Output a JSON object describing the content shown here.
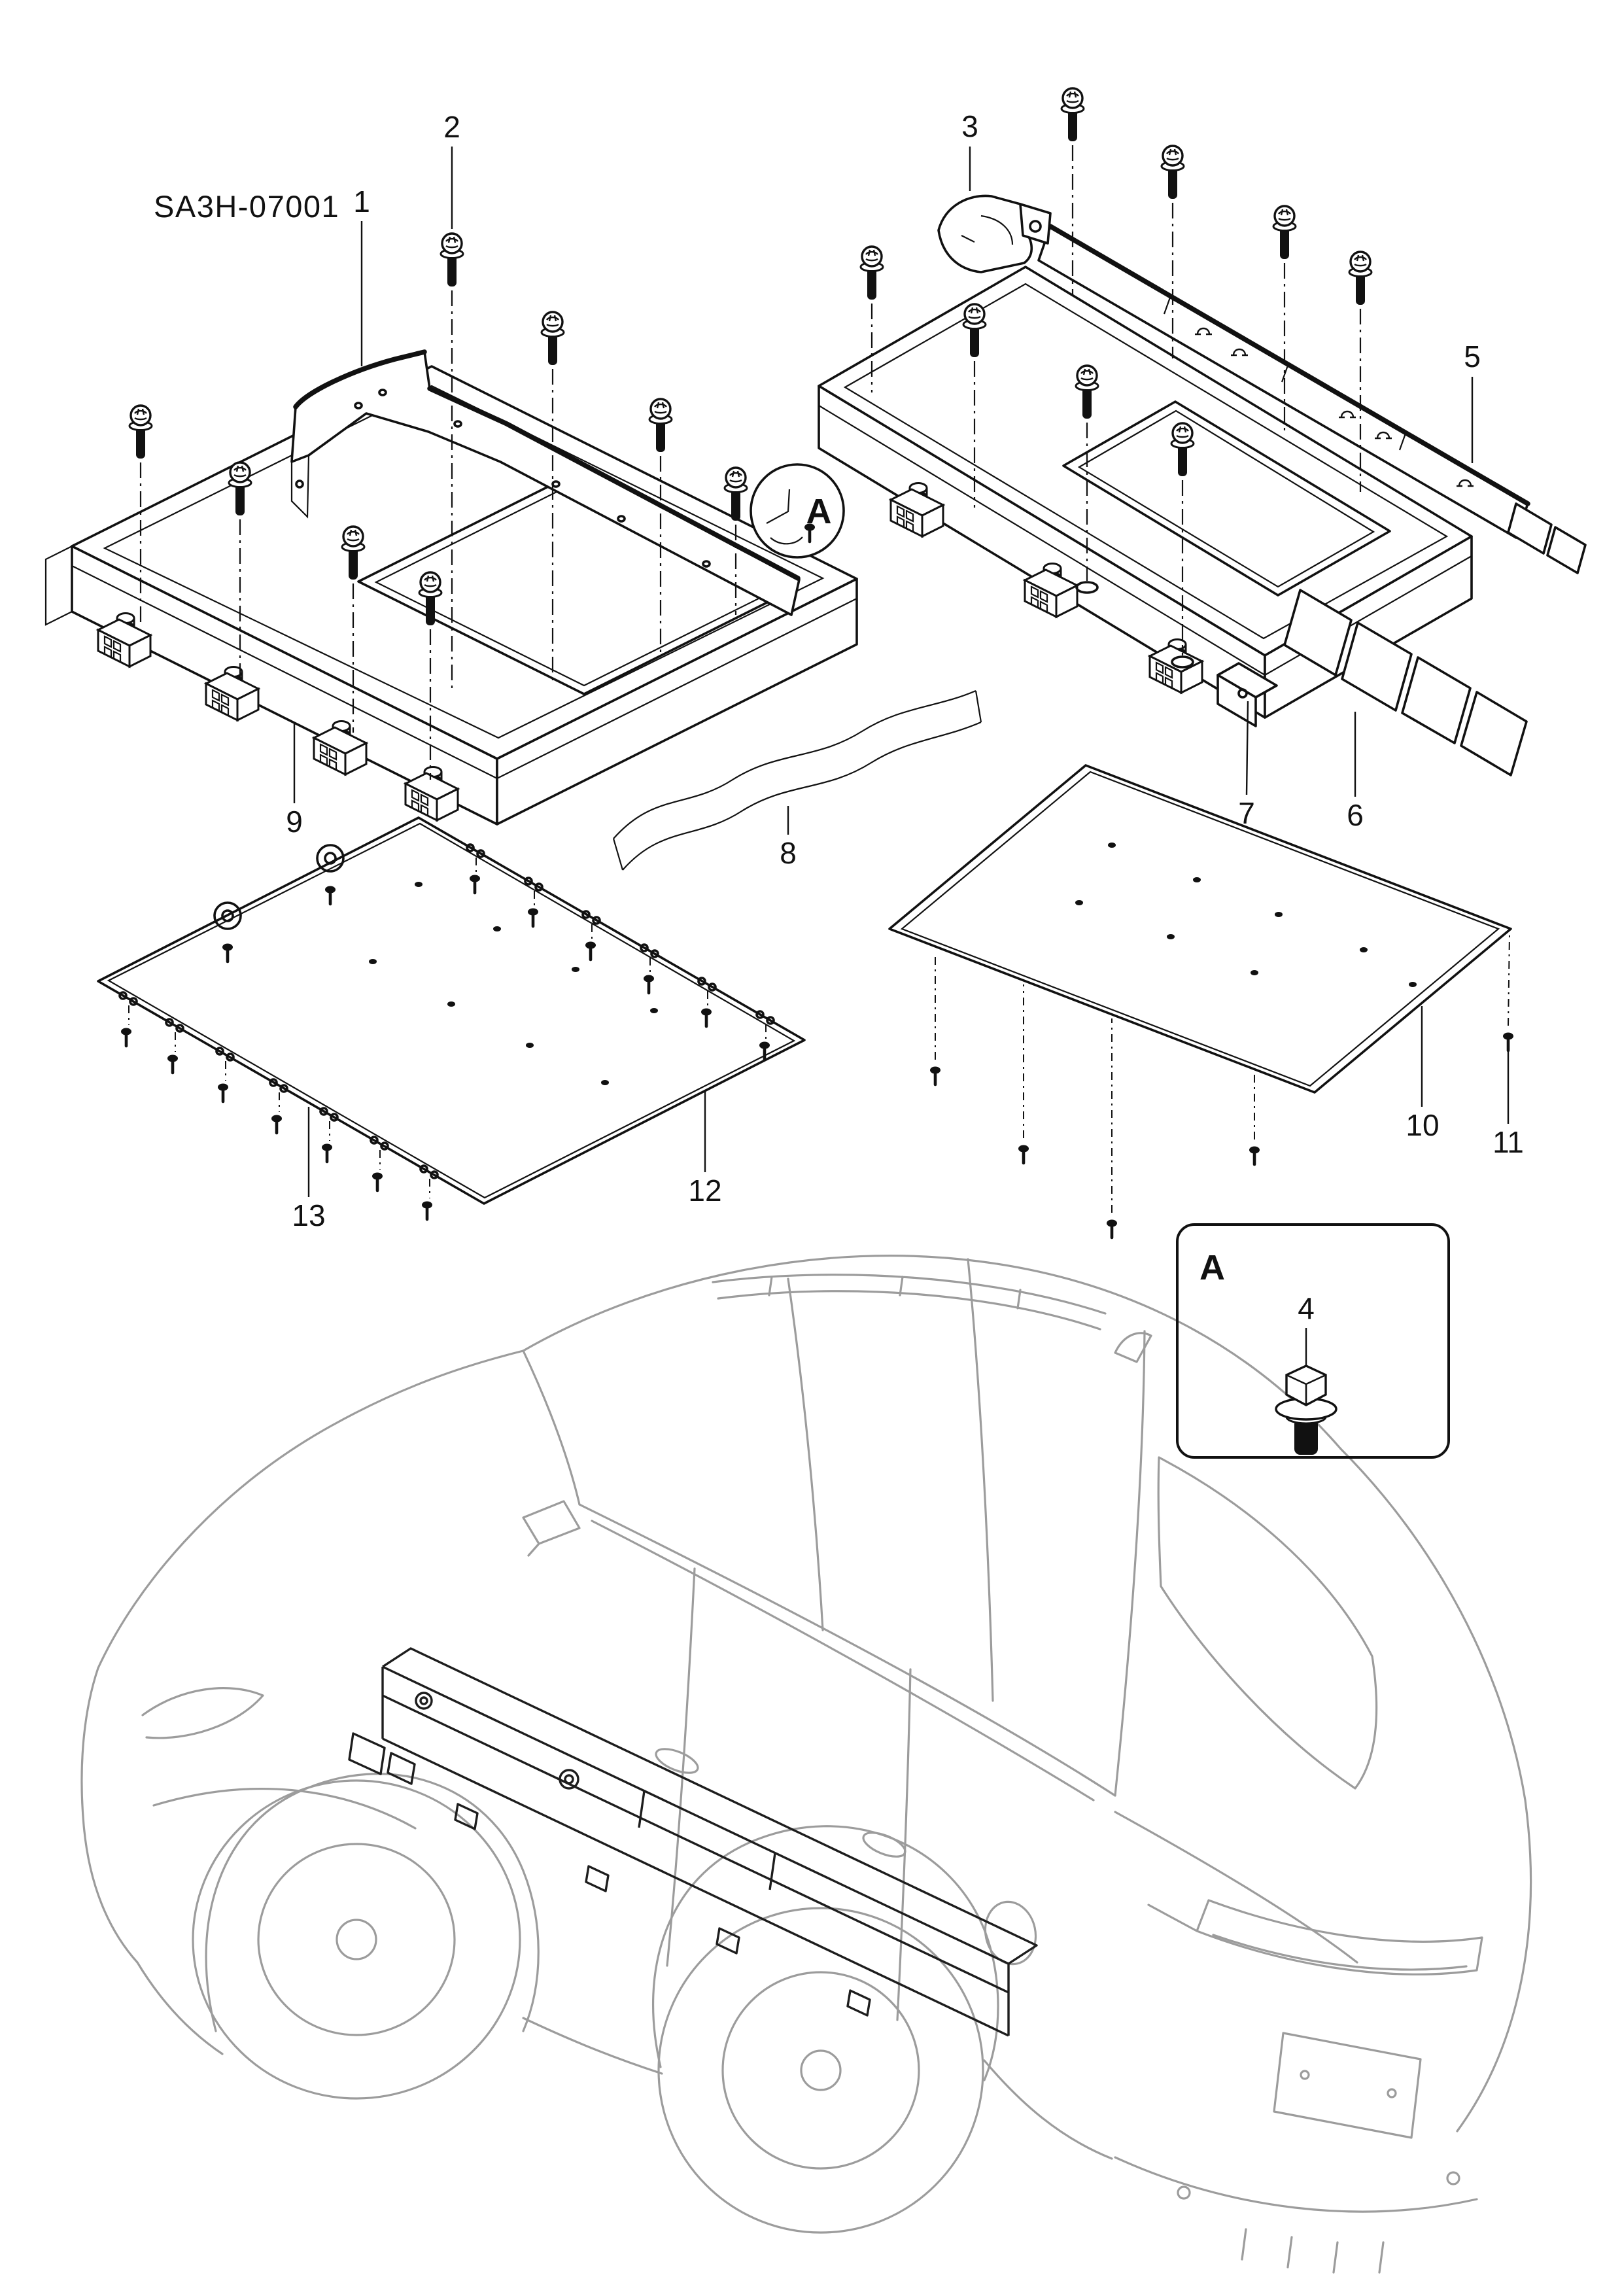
{
  "diagram": {
    "code": "SA3H-07001",
    "callouts": [
      {
        "label": "1"
      },
      {
        "label": "2"
      },
      {
        "label": "3"
      },
      {
        "label": "4"
      },
      {
        "label": "5"
      },
      {
        "label": "6"
      },
      {
        "label": "7"
      },
      {
        "label": "8"
      },
      {
        "label": "9"
      },
      {
        "label": "10"
      },
      {
        "label": "11"
      },
      {
        "label": "12"
      },
      {
        "label": "13"
      }
    ],
    "detail_circle": {
      "label": "A"
    },
    "detail_box": {
      "label": "A"
    },
    "colors": {
      "line": "#111111",
      "vehicle_line": "#9c9c9c",
      "background": "#ffffff"
    }
  }
}
